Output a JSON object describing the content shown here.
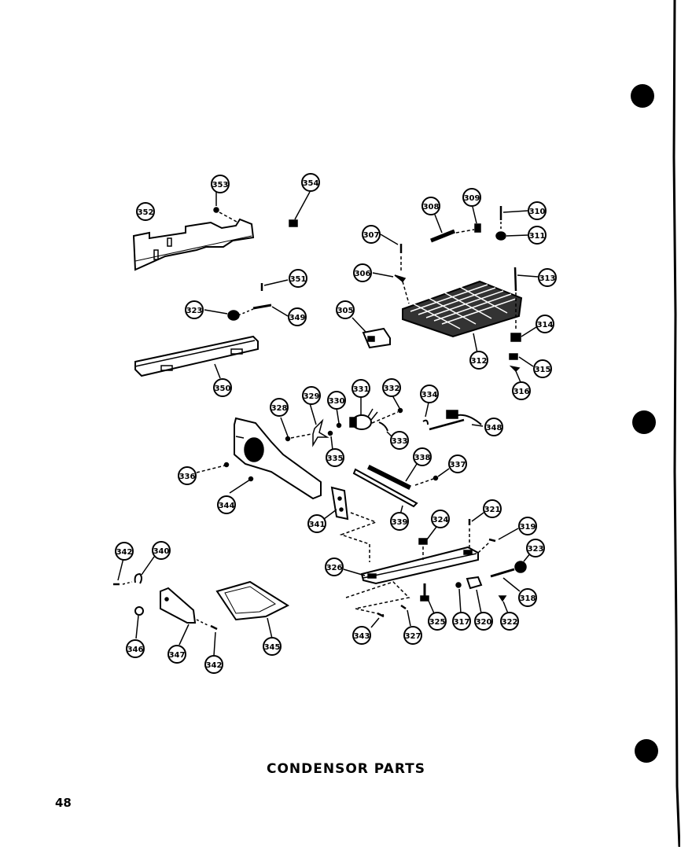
{
  "title": "CONDENSOR PARTS",
  "page_number": "48",
  "callouts": {
    "c353": "353",
    "c354": "354",
    "c352": "352",
    "c308a": "308",
    "c309": "309",
    "c310": "310",
    "c307": "307",
    "c311": "311",
    "c351": "351",
    "c306": "306",
    "c313": "313",
    "c323a": "323",
    "c349": "349",
    "c305": "305",
    "c314": "314",
    "c312": "312",
    "c315": "315",
    "c316": "316",
    "c350": "350",
    "c328": "328",
    "c329": "329",
    "c330": "330",
    "c331": "331",
    "c332": "332",
    "c334": "334",
    "c333": "333",
    "c335": "335",
    "c348": "348",
    "c338": "338",
    "c337": "337",
    "c336": "336",
    "c344": "344",
    "c339": "339",
    "c341": "341",
    "c324": "324",
    "c321": "321",
    "c319": "319",
    "c342a": "342",
    "c340": "340",
    "c326": "326",
    "c323b": "323",
    "c318": "318",
    "c346": "346",
    "c347": "347",
    "c342b": "342",
    "c345": "345",
    "c343": "343",
    "c327": "327",
    "c325": "325",
    "c317": "317",
    "c320": "320",
    "c322": "322"
  }
}
